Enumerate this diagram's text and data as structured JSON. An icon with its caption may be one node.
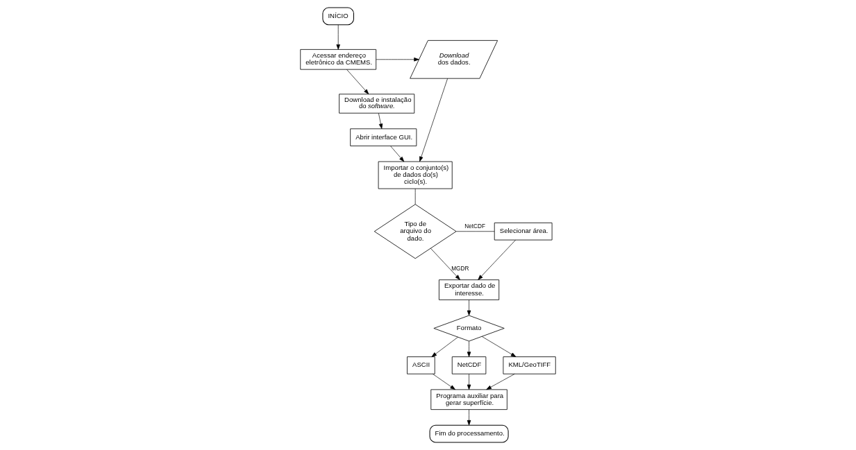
{
  "diagram": {
    "nodes": [
      {
        "text": [
          "INÍCIO"
        ]
      },
      {
        "text": [
          "Acessar endereço eletrônico da CMEMS."
        ]
      },
      {
        "text": [
          "*Download* dos dados."
        ]
      },
      {
        "text": [
          "Download e instalação do *software*."
        ]
      },
      {
        "text": [
          "Abrir interface GUI."
        ]
      },
      {
        "text": [
          "Importar o conjunto(s) de dados do(s) ciclo(s)."
        ]
      },
      {
        "text": [
          "Tipo de arquivo do dado."
        ]
      },
      {
        "text": [
          "Selecionar área."
        ]
      },
      {
        "text": [
          "Exportar dado de interesse."
        ]
      },
      {
        "text": [
          "Formato"
        ]
      },
      {
        "text": [
          "ASCII"
        ]
      },
      {
        "text": [
          "NetCDF"
        ]
      },
      {
        "text": [
          "KML/GeoTIFF"
        ]
      },
      {
        "text": [
          "Programa auxiliar para gerar superfície."
        ]
      },
      {
        "text": [
          "Fim do processamento."
        ]
      }
    ],
    "edges": [
      {
        "from": 0,
        "to": 1,
        "arrow": "to"
      },
      {
        "from": 1,
        "to": 2,
        "arrow": "to"
      },
      {
        "from": 1,
        "to": 3,
        "arrow": "to"
      },
      {
        "from": 3,
        "to": 4,
        "arrow": "to"
      },
      {
        "from": 4,
        "to": 5,
        "arrow": "to"
      },
      {
        "from": 2,
        "to": 5,
        "arrow": "to"
      },
      {
        "from": 5,
        "to": 6,
        "arrow": "none"
      },
      {
        "from": 6,
        "to": 7,
        "arrow": "none",
        "label": "NetCDF"
      },
      {
        "from": 6,
        "to": 8,
        "arrow": "to",
        "label": "MGDR"
      },
      {
        "from": 7,
        "to": 8,
        "arrow": "to"
      },
      {
        "from": 8,
        "to": 9,
        "arrow": "to"
      },
      {
        "from": 9,
        "to": 10,
        "arrow": "to"
      },
      {
        "from": 9,
        "to": 11,
        "arrow": "to"
      },
      {
        "from": 9,
        "to": 12,
        "arrow": "to"
      },
      {
        "from": 10,
        "to": 13,
        "arrow": "to"
      },
      {
        "from": 11,
        "to": 13,
        "arrow": "to"
      },
      {
        "from": 12,
        "to": 13,
        "arrow": "to"
      },
      {
        "from": 13,
        "to": 14,
        "arrow": "to"
      }
    ]
  }
}
